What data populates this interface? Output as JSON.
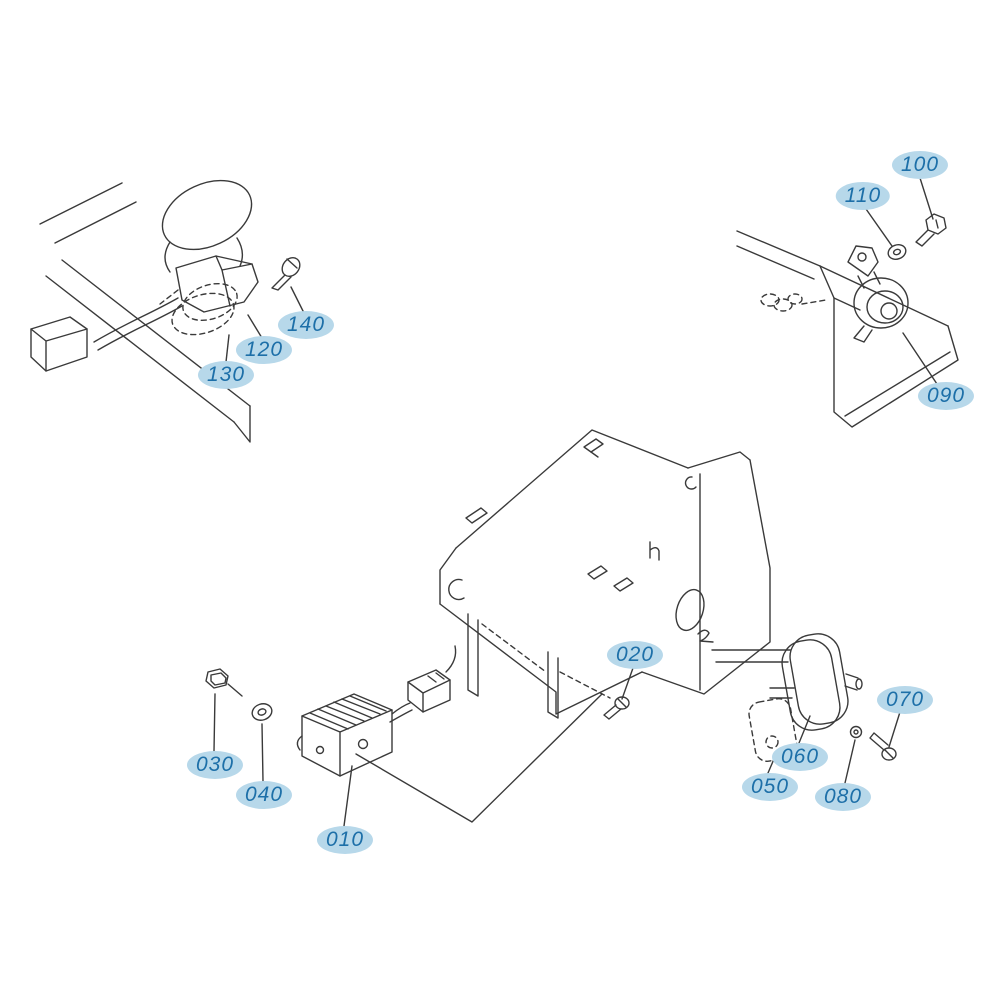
{
  "diagram": {
    "callouts": [
      {
        "ref": "010"
      },
      {
        "ref": "020"
      },
      {
        "ref": "030"
      },
      {
        "ref": "040"
      },
      {
        "ref": "050"
      },
      {
        "ref": "060"
      },
      {
        "ref": "070"
      },
      {
        "ref": "080"
      },
      {
        "ref": "090"
      },
      {
        "ref": "100"
      },
      {
        "ref": "110"
      },
      {
        "ref": "120"
      },
      {
        "ref": "130"
      },
      {
        "ref": "140"
      }
    ]
  },
  "theme": {
    "callout_bg": "#b7d8ea",
    "callout_text": "#1d6fa8",
    "line_color": "#3a3a3a",
    "page_bg": "#ffffff"
  }
}
